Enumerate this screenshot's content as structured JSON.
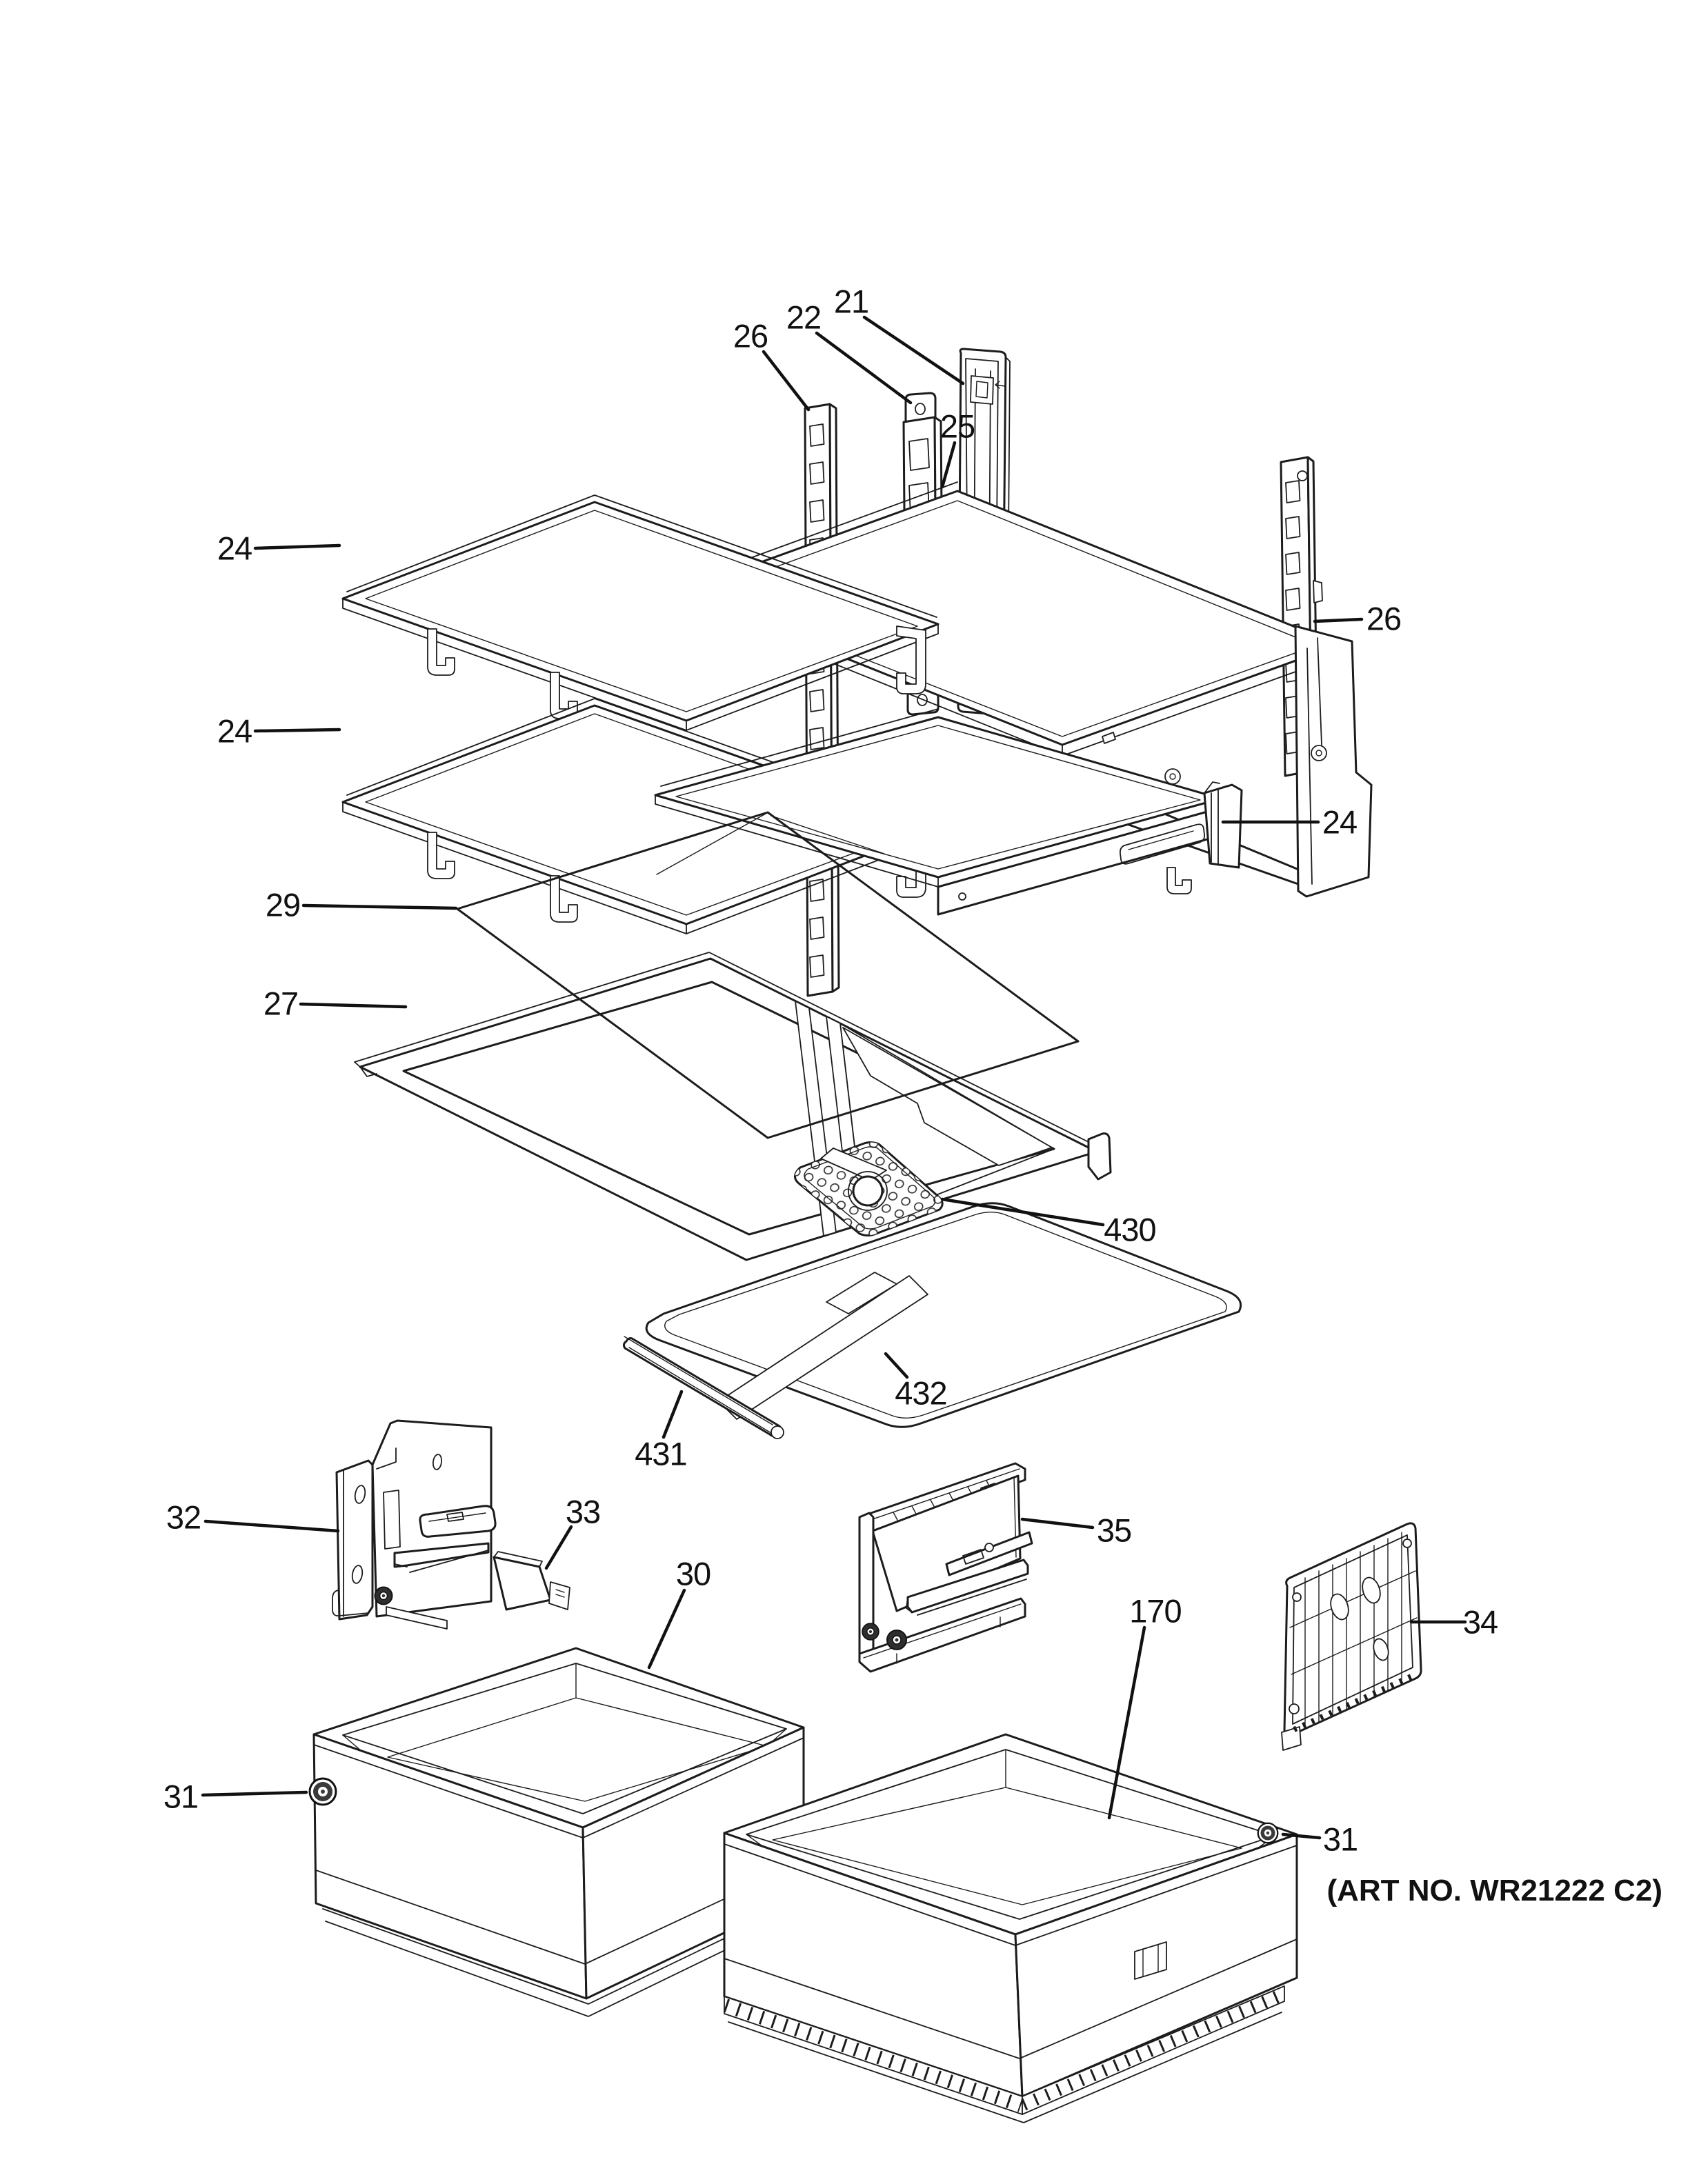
{
  "diagram": {
    "art_no": "(ART NO. WR21222 C2)",
    "callouts": {
      "21": "21",
      "22": "22",
      "24": "24",
      "25": "25",
      "26": "26",
      "27": "27",
      "29": "29",
      "30": "30",
      "31": "31",
      "32": "32",
      "33": "33",
      "34": "34",
      "35": "35",
      "170": "170",
      "430": "430",
      "431": "431",
      "432": "432"
    },
    "colors": {
      "line": "#1c1c1c",
      "background": "#ffffff"
    }
  }
}
